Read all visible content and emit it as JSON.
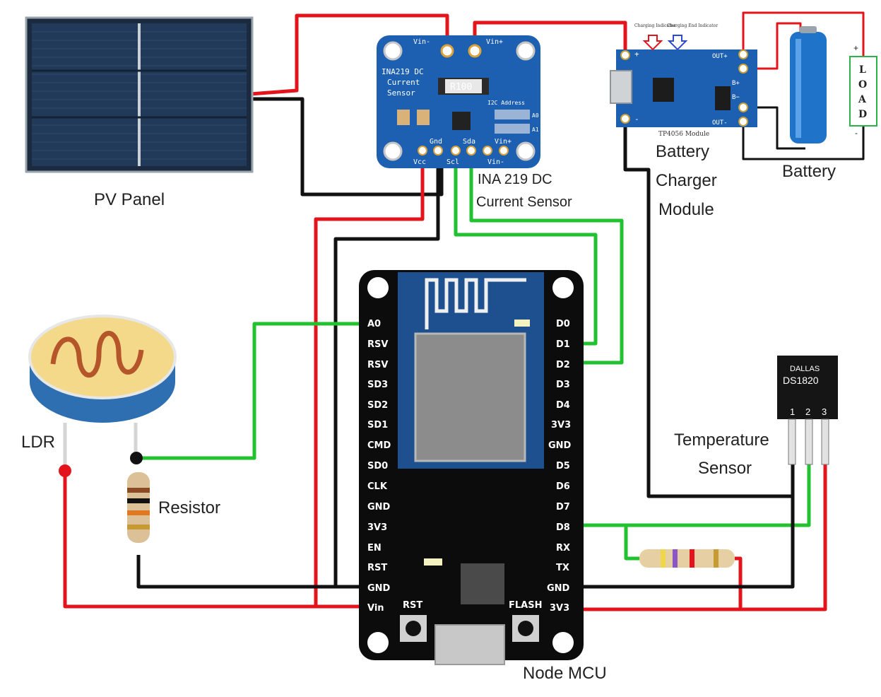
{
  "labels": {
    "pv_panel": "PV Panel",
    "ina_line1": "INA 219 DC",
    "ina_line2": "Current Sensor",
    "charger_line1": "Battery",
    "charger_line2": "Charger",
    "charger_line3": "Module",
    "battery": "Battery",
    "ldr": "LDR",
    "resistor": "Resistor",
    "temp_line1": "Temperature",
    "temp_line2": "Sensor",
    "nodemcu": "Node MCU"
  },
  "ina_board": {
    "title1": "INA219 DC",
    "title2": "Current",
    "title3": "Sensor",
    "shunt": "R100",
    "vin_minus": "Vin-",
    "vin_plus": "Vin+",
    "i2c": "I2C Address",
    "a0": "A0",
    "a1": "A1",
    "gnd": "Gnd",
    "sda": "Sda",
    "vcc": "Vcc",
    "scl": "Scl",
    "vin_plus_b": "Vin+",
    "vin_minus_b": "Vin-"
  },
  "charger_board": {
    "charging": "Charging Indicator",
    "charged": "Charging End Indicator",
    "module": "TP4056 Module",
    "out_plus": "OUT+",
    "b_plus": "B+",
    "b_minus": "B−",
    "out_minus": "OUT-",
    "plus": "+",
    "minus": "-"
  },
  "load": {
    "letters": [
      "L",
      "O",
      "A",
      "D"
    ],
    "plus": "+",
    "minus": "-"
  },
  "sensor": {
    "brand": "DALLAS",
    "model": "DS1820",
    "pins": [
      "1",
      "2",
      "3"
    ]
  },
  "nodemcu": {
    "left_pins": [
      "A0",
      "RSV",
      "RSV",
      "SD3",
      "SD2",
      "SD1",
      "CMD",
      "SD0",
      "CLK",
      "GND",
      "3V3",
      "EN",
      "RST",
      "GND",
      "Vin"
    ],
    "right_pins": [
      "D0",
      "D1",
      "D2",
      "D3",
      "D4",
      "3V3",
      "GND",
      "D5",
      "D6",
      "D7",
      "D8",
      "RX",
      "TX",
      "GND",
      "3V3"
    ],
    "rst_button": "RST",
    "flash_button": "FLASH"
  },
  "colors": {
    "wire_red": "#e3141b",
    "wire_black": "#111111",
    "wire_green": "#22c12f",
    "board_blue": "#1d5fb0",
    "mcu_black": "#0c0c0c",
    "battery_blue": "#1f73c9"
  }
}
